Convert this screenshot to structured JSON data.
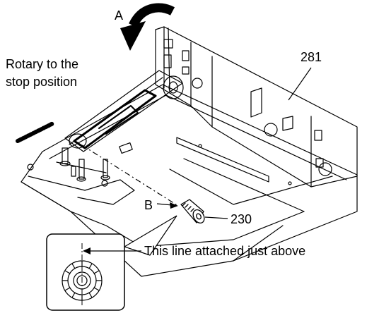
{
  "labels": {
    "arrow_a": "A",
    "rotary_line1": "Rotary to the",
    "rotary_line2": "stop position",
    "part_281": "281",
    "arrow_b": "B",
    "part_230": "230",
    "inset_note": "This line attached just above"
  },
  "colors": {
    "ink": "#000000",
    "background": "#ffffff"
  },
  "icons": [
    "rotation-arrow-icon",
    "gear-knob-icon",
    "gear-detail-icon",
    "pointer-arrow-icon"
  ]
}
